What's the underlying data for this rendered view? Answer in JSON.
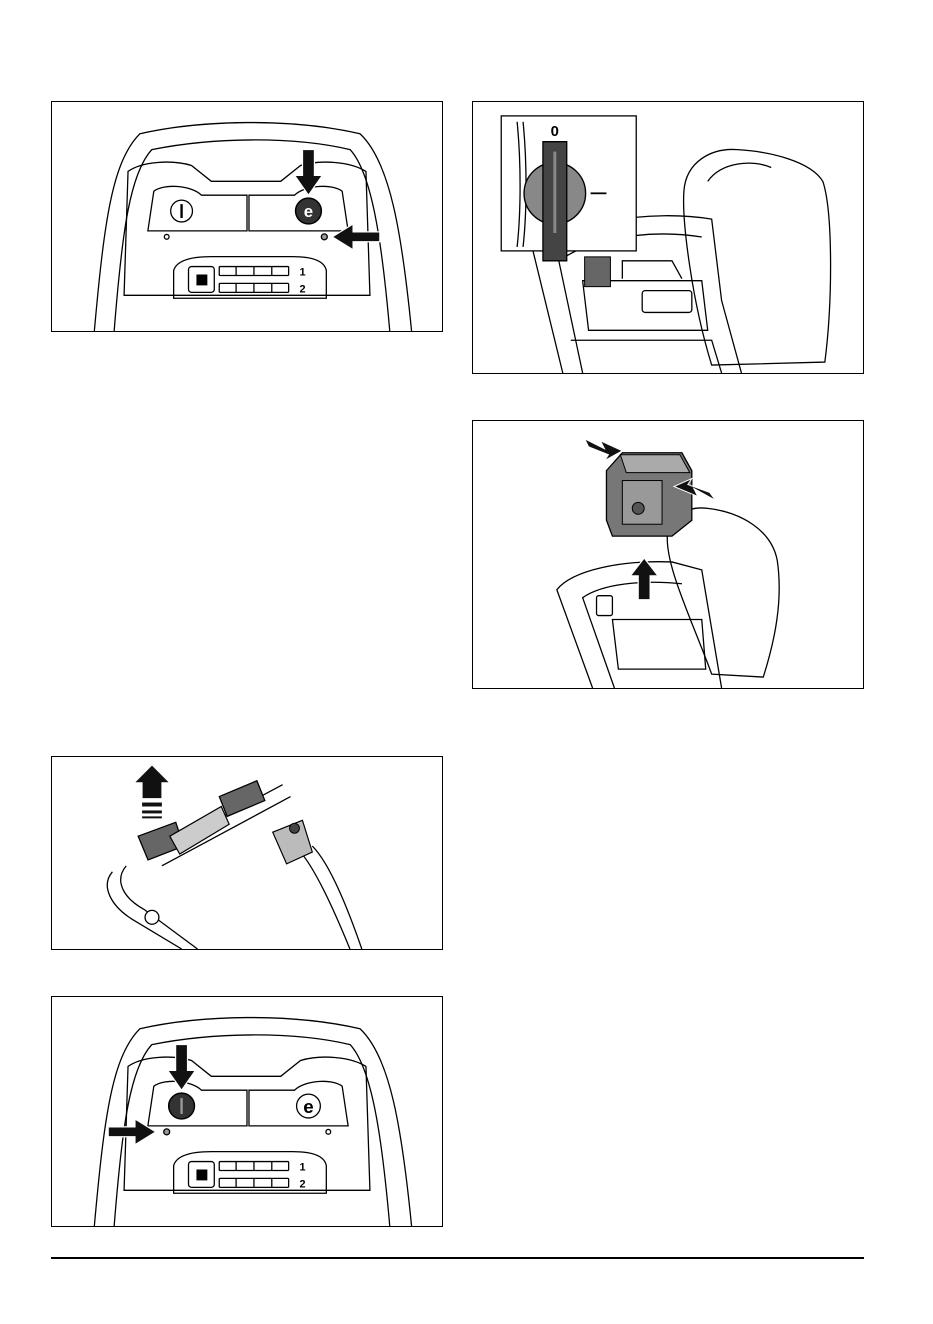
{
  "figures": {
    "panel_1": {
      "slot_labels": [
        "1",
        "2"
      ],
      "highlighted_button": "eco-mode-button",
      "icons": [
        "power-symbol-icon",
        "eco-e-icon",
        "stop-square-icon",
        "arrow-down-icon",
        "arrow-left-icon"
      ]
    },
    "key_battery": {
      "key_labels": {
        "off": "0",
        "on": "I"
      },
      "icons": [
        "safety-key-icon",
        "battery-compartment-icon"
      ]
    },
    "battery_remove": {
      "icons": [
        "battery-pack-icon",
        "arrow-in-icon",
        "arrow-up-icon"
      ]
    },
    "handle": {
      "icons": [
        "handle-bar-icon",
        "arrow-up-dashed-icon"
      ]
    },
    "panel_2": {
      "slot_labels": [
        "1",
        "2"
      ],
      "highlighted_button": "power-button",
      "icons": [
        "power-symbol-icon",
        "eco-e-icon",
        "stop-square-icon",
        "arrow-down-icon",
        "arrow-right-icon"
      ]
    }
  },
  "colors": {
    "line": "#000000",
    "fill_dark": "#333333",
    "fill_mid": "#777777",
    "fill_light": "#bbbbbb"
  }
}
